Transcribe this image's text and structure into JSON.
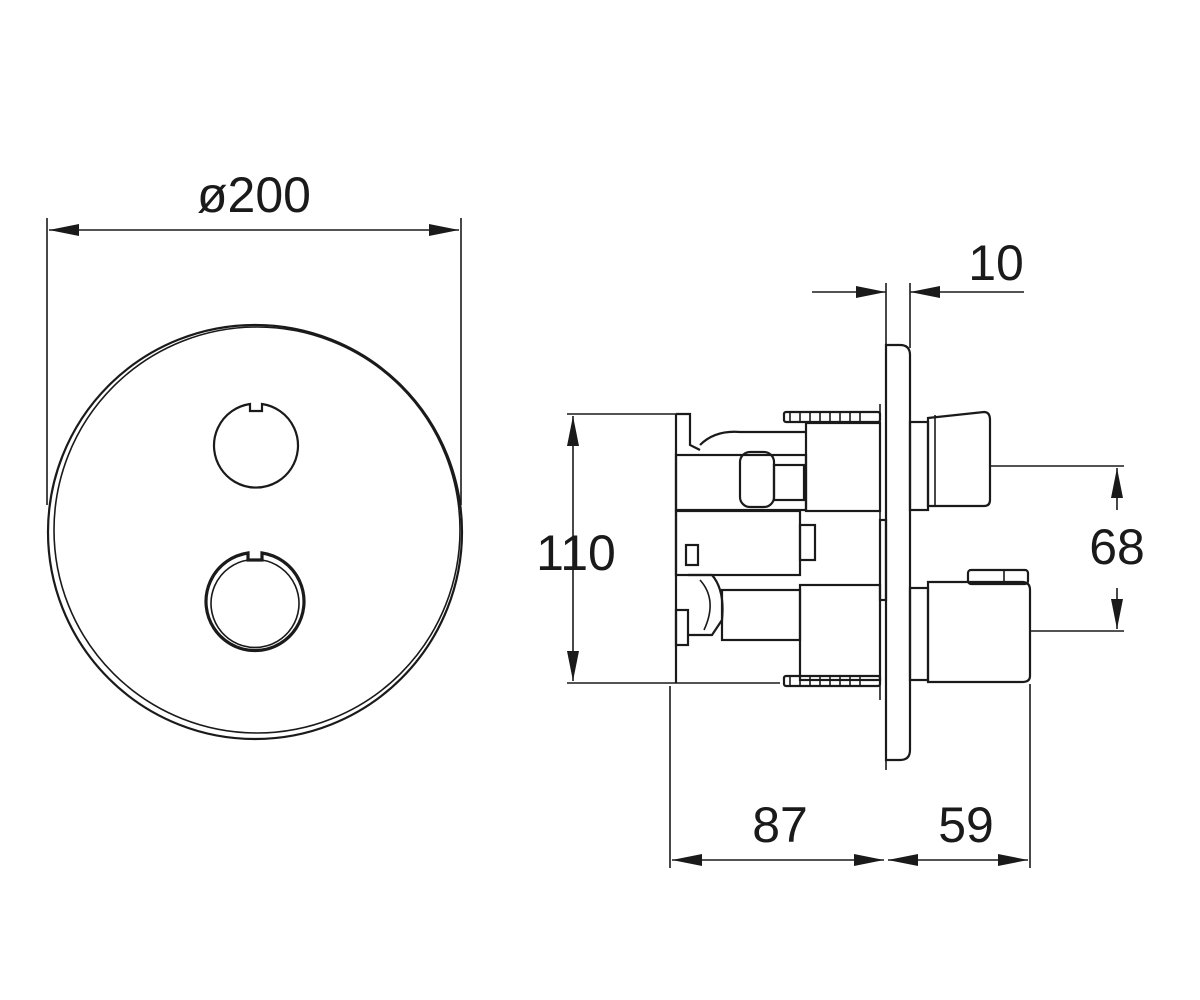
{
  "dimensions": {
    "diameter": "ø200",
    "plate_thickness": "10",
    "height": "110",
    "outlet_spacing": "68",
    "body_depth": "87",
    "projection": "59"
  },
  "colors": {
    "line": "#1a1a1a",
    "background": "#ffffff"
  }
}
